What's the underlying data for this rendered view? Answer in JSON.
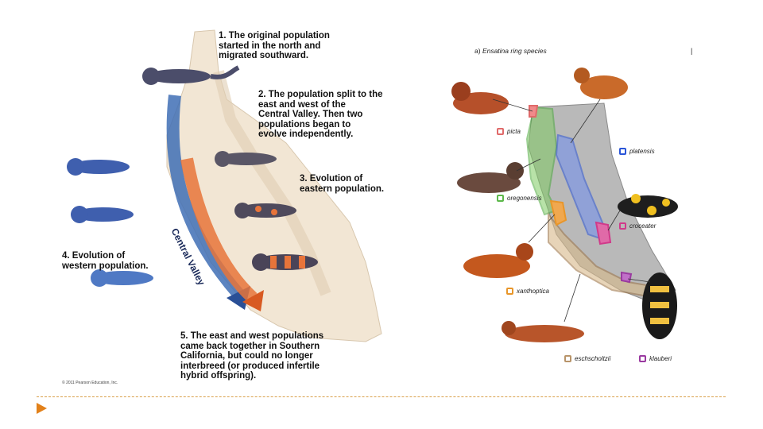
{
  "left_figure": {
    "steps": [
      "1. The original population\n    started in the north and\n    migrated southward.",
      "2. The population split to the\n    east and west of the\n    Central Valley. Then two\n    populations began to\n    evolve independently.",
      "3. Evolution of\n    eastern population.",
      "4. Evolution of\n    western population.",
      "5. The east and west populations\n    came back together in Southern\n    California, but could no longer\n    interbreed (or produced infertile\n    hybrid offspring)."
    ],
    "valley_label": "Central Valley",
    "copyright": "© 2011 Pearson Education, Inc."
  },
  "right_figure": {
    "panel": "a)",
    "title": "Ensatina ring species",
    "panel_mark": "|",
    "species": [
      {
        "name": "picta",
        "color": "#e06a6a"
      },
      {
        "name": "platensis",
        "color": "#2a55d8"
      },
      {
        "name": "oregonensis",
        "color": "#5cb84a"
      },
      {
        "name": "croceater",
        "color": "#d03a8a"
      },
      {
        "name": "xanthoptica",
        "color": "#e8962a"
      },
      {
        "name": "eschscholtzii",
        "color": "#b8946a"
      },
      {
        "name": "klauberi",
        "color": "#9a3aa0"
      }
    ]
  },
  "colors": {
    "accent": "#e2811a",
    "western_blue": "#3f6fb5",
    "eastern_orange": "#e8743a"
  }
}
